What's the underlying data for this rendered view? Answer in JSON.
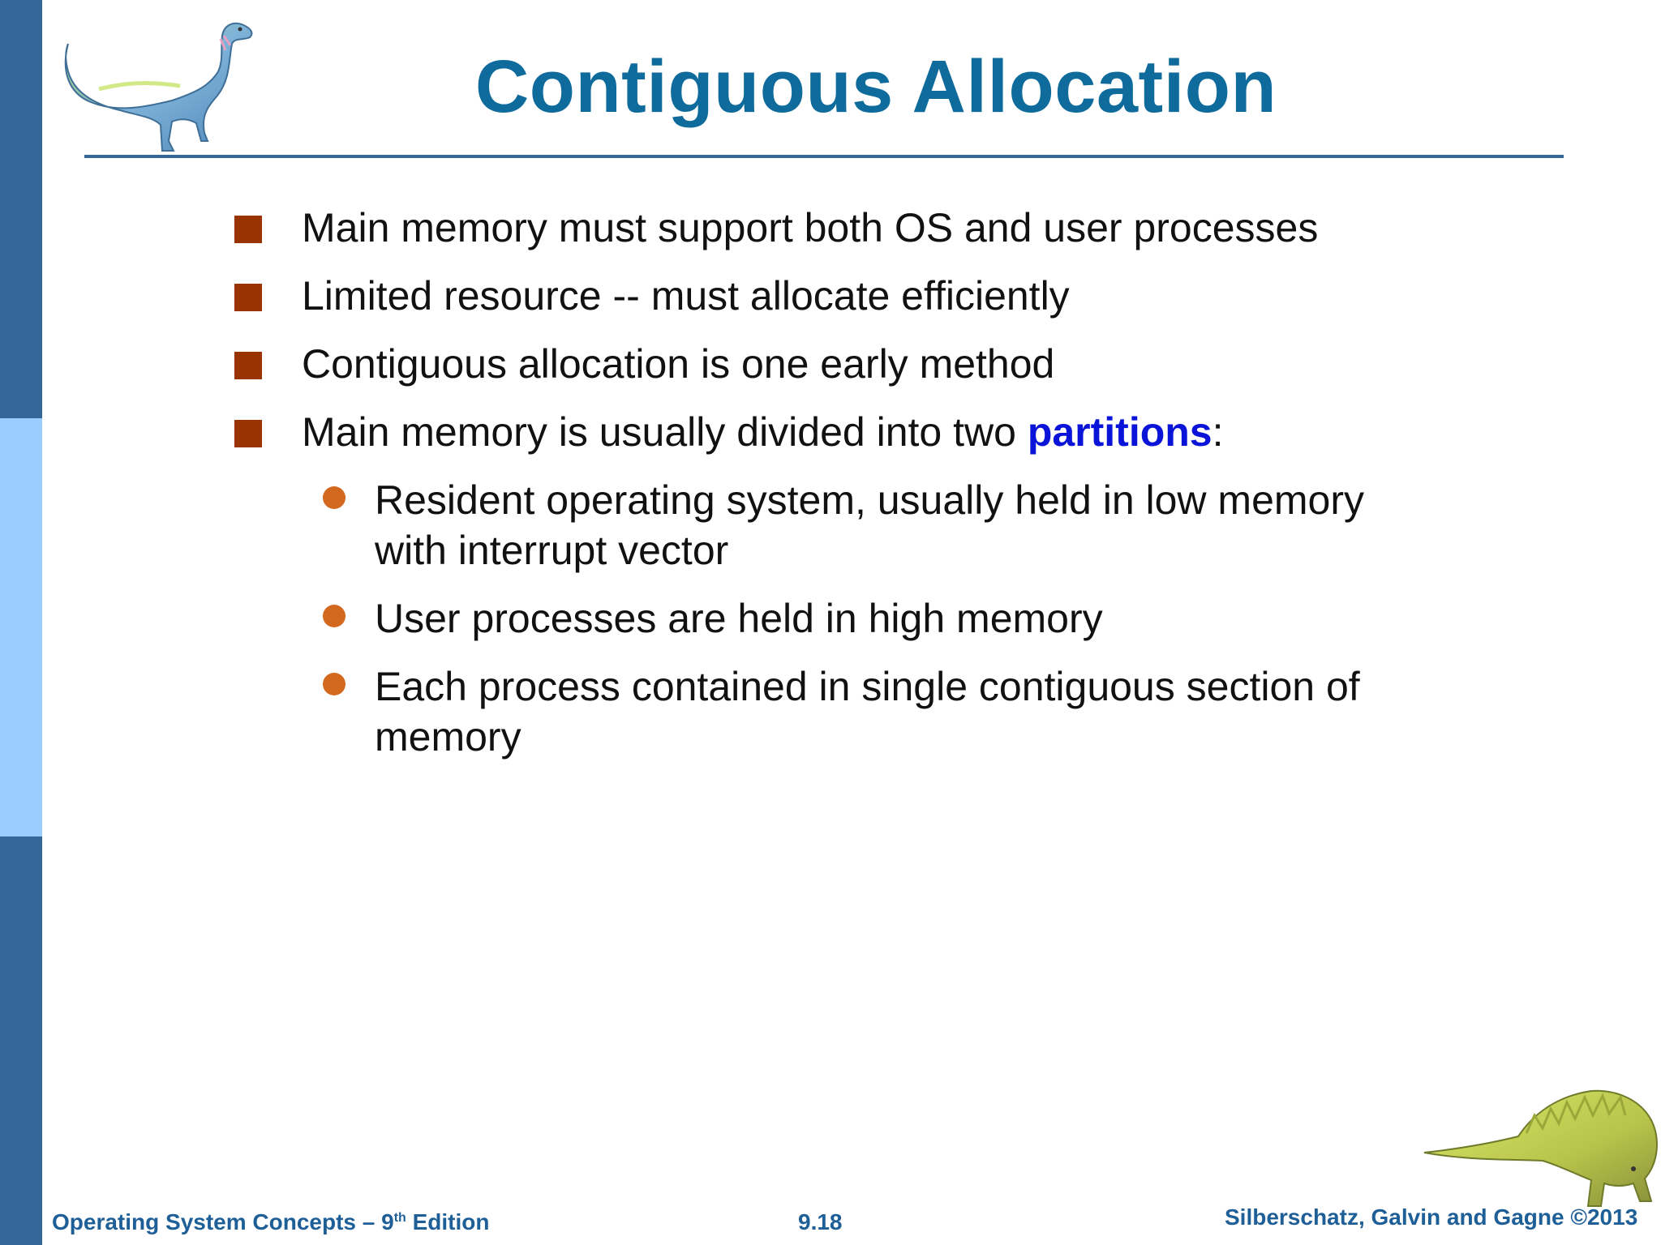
{
  "slide": {
    "title": "Contiguous Allocation",
    "bullets": [
      {
        "level": 1,
        "text": "Main memory must support both OS and user processes"
      },
      {
        "level": 1,
        "text": "Limited resource -- must allocate efficiently"
      },
      {
        "level": 1,
        "text": "Contiguous allocation is one early method"
      },
      {
        "level": 1,
        "text_before": "Main memory is usually divided into two ",
        "keyword": "partitions",
        "text_after": ":"
      },
      {
        "level": 2,
        "text": "Resident operating system, usually held in low memory with interrupt vector"
      },
      {
        "level": 2,
        "text": "User processes are held in high memory"
      },
      {
        "level": 2,
        "text": "Each process contained in single contiguous section of memory"
      }
    ]
  },
  "footer": {
    "book_prefix": "Operating System Concepts – 9",
    "book_sup": "th",
    "book_suffix": " Edition",
    "slide_number": "9.18",
    "copyright": "Silberschatz, Galvin and Gagne ©2013"
  },
  "colors": {
    "title": "#0f6b9c",
    "sidebar_dark": "#336699",
    "sidebar_light": "#99ccff",
    "bullet_level1": "#993300",
    "bullet_level2": "#d2691e",
    "keyword": "#0a14d8",
    "footer": "#1f5f97"
  },
  "icons": {
    "top_left": "dinosaur-icon",
    "bottom_right": "dinosaur-icon"
  }
}
